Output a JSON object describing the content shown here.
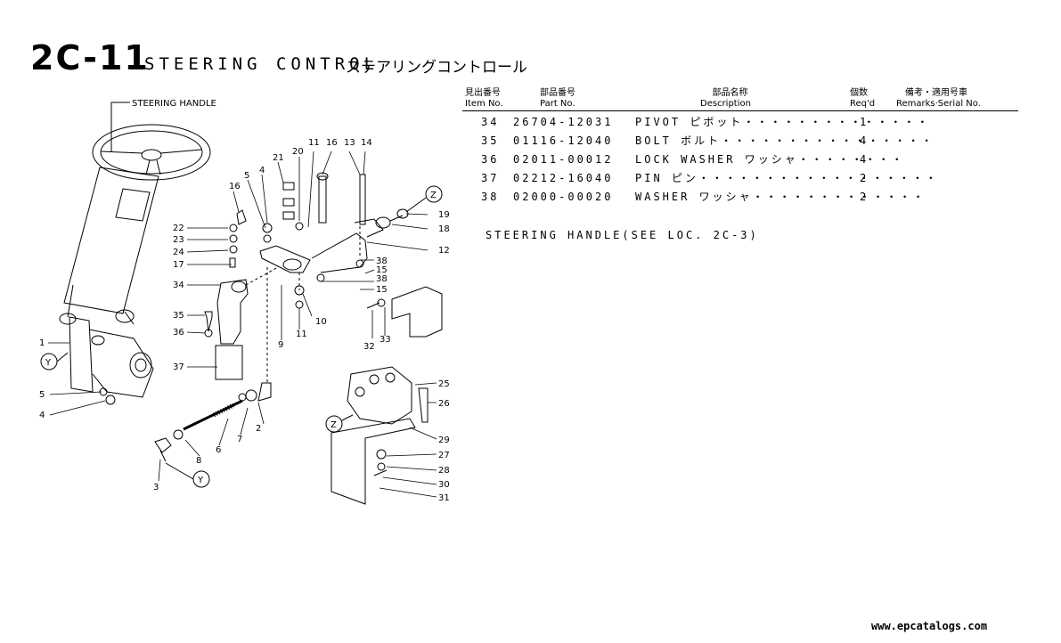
{
  "page": {
    "code": "2C-11",
    "title_en": "STEERING CONTROL",
    "title_jp": "ステアリングコントロール"
  },
  "table": {
    "headers": {
      "item_jp": "見出番号",
      "item_en": "Item No.",
      "part_jp": "部品番号",
      "part_en": "Part No.",
      "desc_jp": "部品名称",
      "desc_en": "Description",
      "qty_jp": "個数",
      "qty_en": "Req'd",
      "remarks_jp": "備考・適用号車",
      "remarks_en": "Remarks·Serial No."
    },
    "rows": [
      {
        "item": "34",
        "part": "26704-12031",
        "desc": "PIVOT ピボット・・・・・・・・・・・・・・",
        "qty": "1"
      },
      {
        "item": "35",
        "part": "01116-12040",
        "desc": "BOLT ボルト・・・・・・・・・・・・・・・・",
        "qty": "4"
      },
      {
        "item": "36",
        "part": "02011-00012",
        "desc": "LOCK WASHER ワッシャ・・・・・・・・",
        "qty": "4"
      },
      {
        "item": "37",
        "part": "02212-16040",
        "desc": "PIN ピン・・・・・・・・・・・・・・・・・・",
        "qty": "2"
      },
      {
        "item": "38",
        "part": "02000-00020",
        "desc": "WASHER ワッシャ・・・・・・・・・・・・・",
        "qty": "2"
      }
    ],
    "note": "STEERING HANDLE(SEE LOC. 2C-3)"
  },
  "diagram": {
    "handle_label": "STEERING HANDLE",
    "callouts": {
      "c1": "1",
      "c2": "2",
      "c3": "3",
      "c4": "4",
      "c4b": "4",
      "c5": "5",
      "c5b": "5",
      "c6": "6",
      "c7": "7",
      "c8": "8",
      "c9": "9",
      "c10": "10",
      "c11": "11",
      "c11b": "11",
      "c12": "12",
      "c13": "13",
      "c14": "14",
      "c15": "15",
      "c15b": "15",
      "c16": "16",
      "c16b": "16",
      "c17": "17",
      "c18": "18",
      "c19": "19",
      "c20": "20",
      "c21": "21",
      "c22": "22",
      "c23": "23",
      "c24": "24",
      "c25": "25",
      "c26": "26",
      "c27": "27",
      "c28": "28",
      "c29": "29",
      "c30": "30",
      "c31": "31",
      "c32": "32",
      "c33": "33",
      "c34": "34",
      "c35": "35",
      "c36": "36",
      "c37": "37",
      "c38": "38",
      "c38b": "38",
      "y": "Y",
      "z": "Z"
    }
  },
  "footer": "www.epcatalogs.com"
}
